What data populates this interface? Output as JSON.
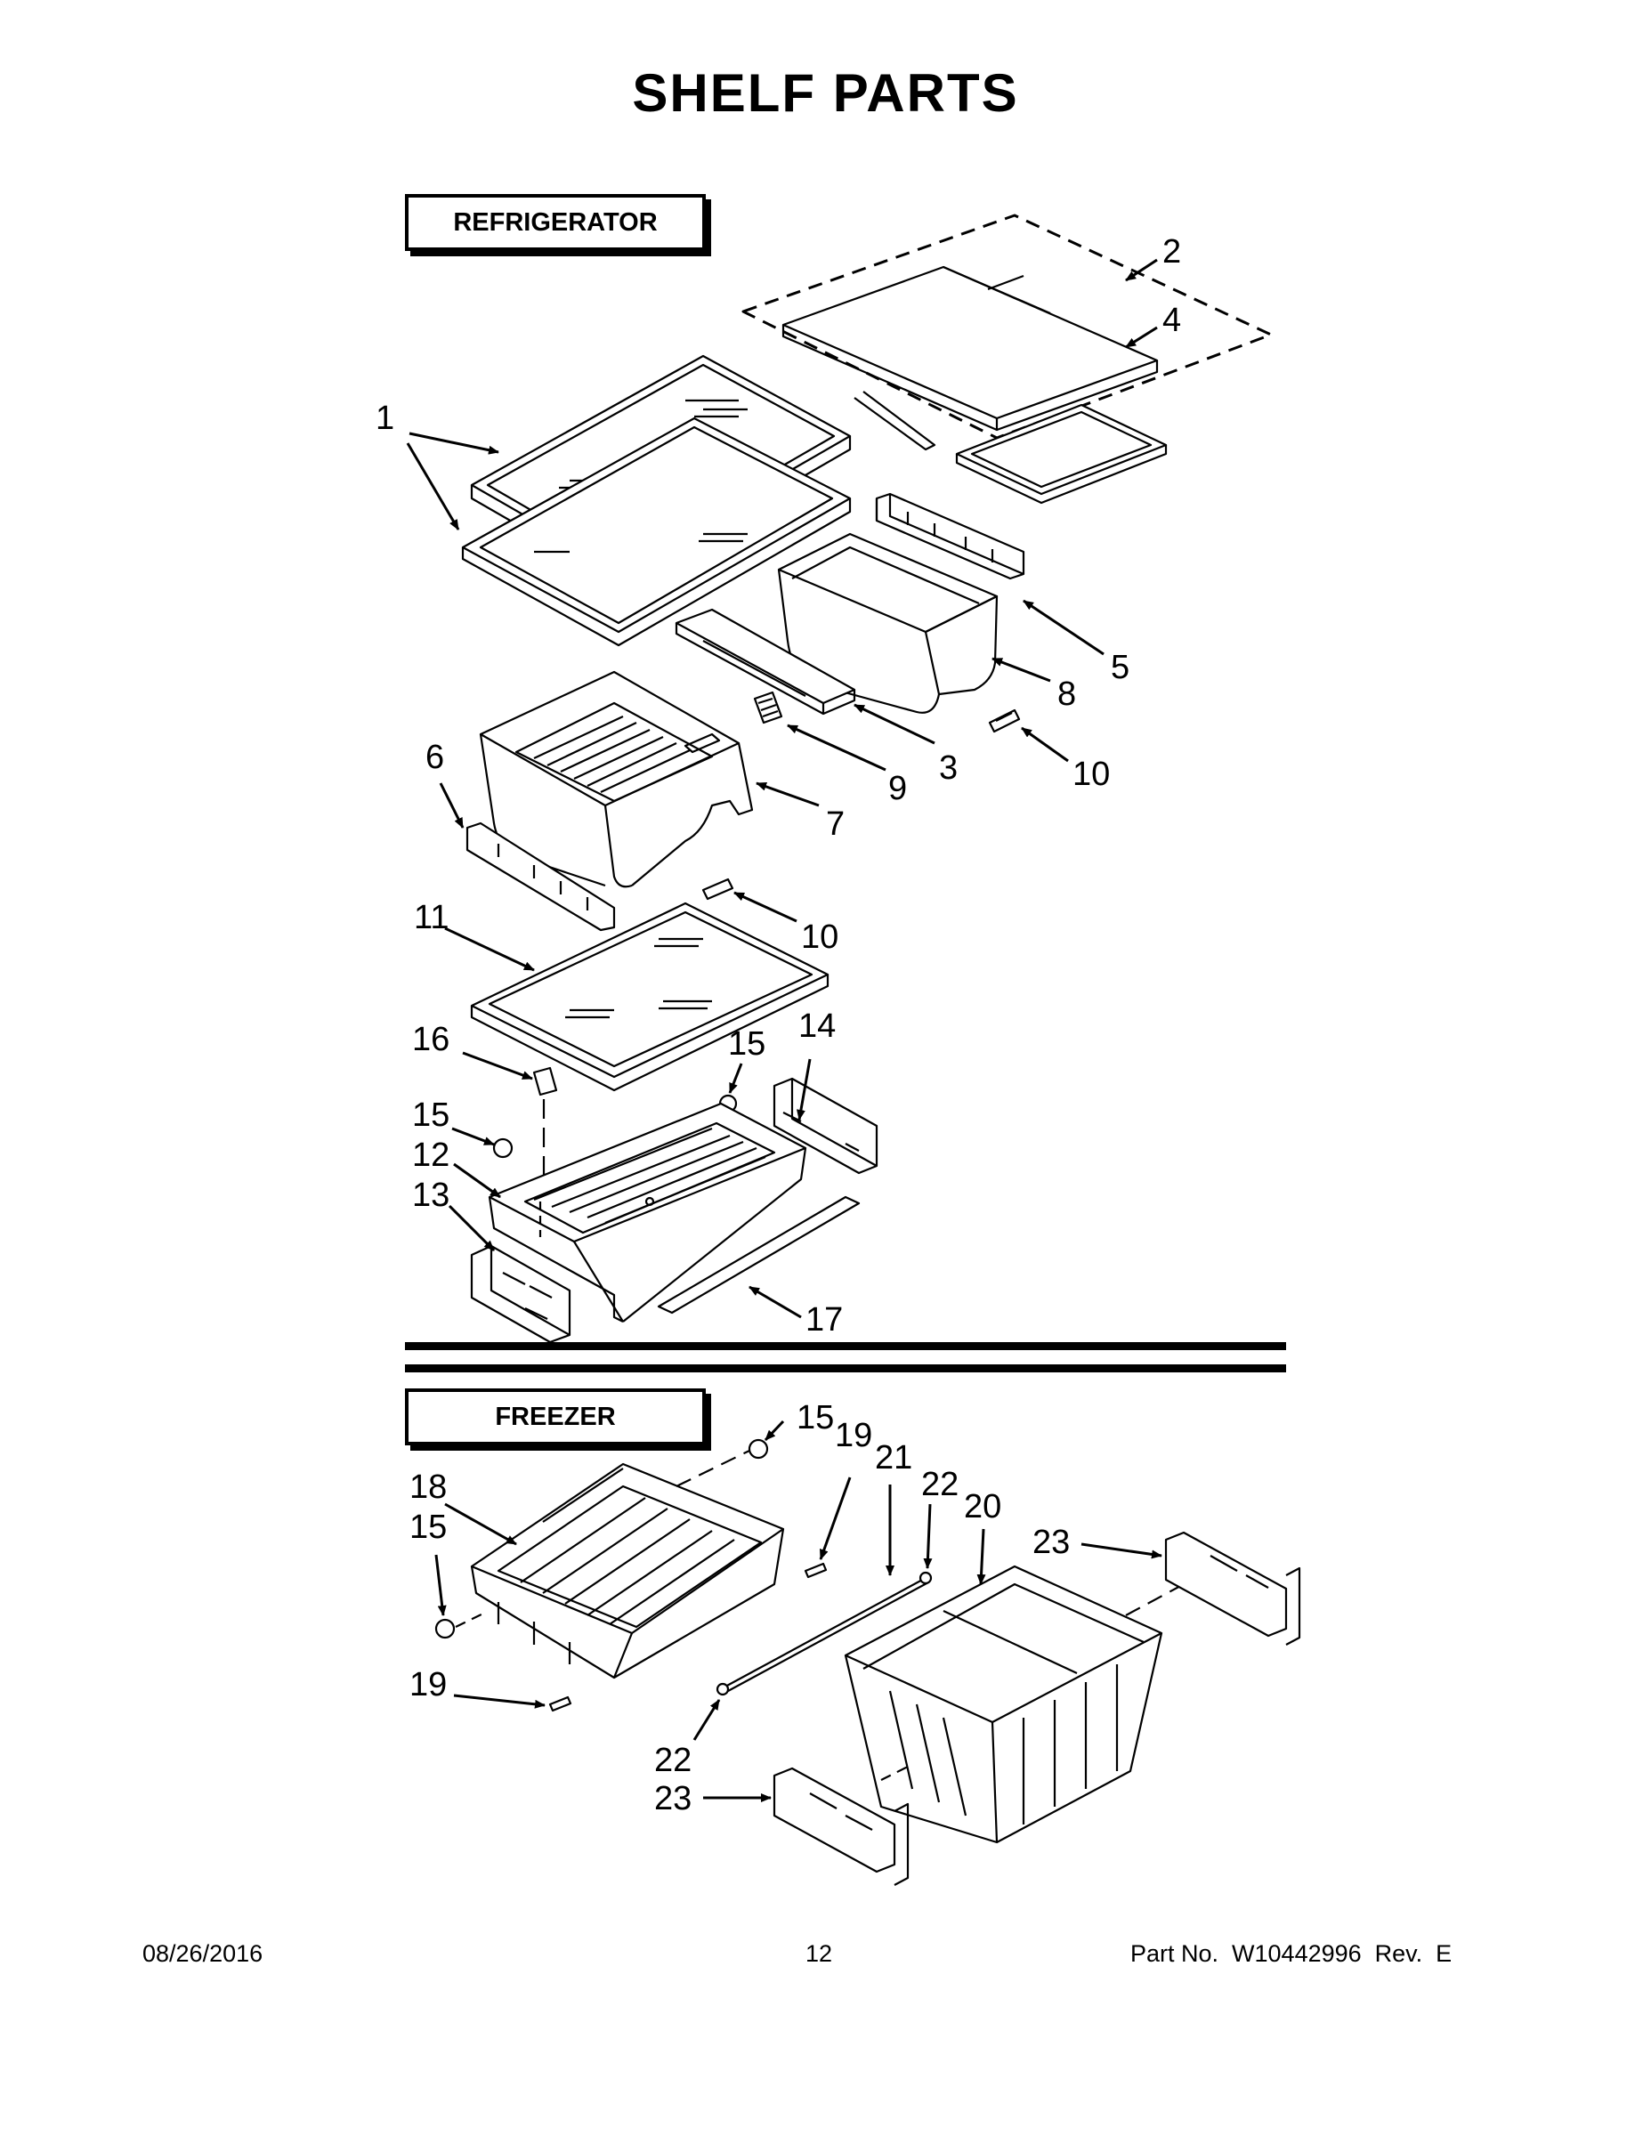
{
  "page": {
    "title": "SHELF PARTS",
    "sections": {
      "refrigerator": "REFRIGERATOR",
      "freezer": "FREEZER"
    }
  },
  "callouts": {
    "c1": "1",
    "c2": "2",
    "c3": "3",
    "c4": "4",
    "c5": "5",
    "c6": "6",
    "c7": "7",
    "c8": "8",
    "c9": "9",
    "c10a": "10",
    "c10b": "10",
    "c11": "11",
    "c12": "12",
    "c13": "13",
    "c14": "14",
    "c15a": "15",
    "c15b": "15",
    "c15c": "15",
    "c15d": "15",
    "c16": "16",
    "c17": "17",
    "c18": "18",
    "c19a": "19",
    "c19b": "19",
    "c20": "20",
    "c21": "21",
    "c22a": "22",
    "c22b": "22",
    "c23a": "23",
    "c23b": "23"
  },
  "footer": {
    "date": "08/26/2016",
    "page_number": "12",
    "part_no": "Part No.  W10442996  Rev.  E"
  }
}
